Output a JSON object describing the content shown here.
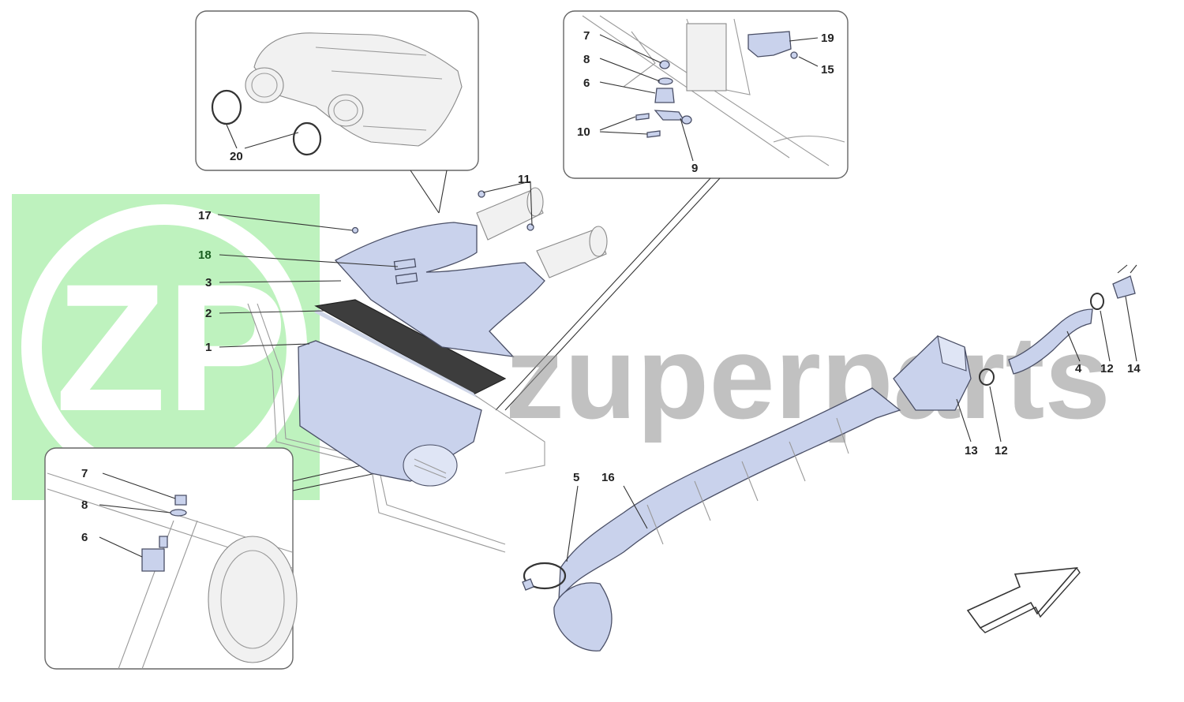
{
  "watermark": {
    "logo_letters": "ZP",
    "brand_text": "zuperparts",
    "logo_bg_color": "#b3f0b3",
    "text_color": "#8f8f8f"
  },
  "callouts": {
    "c1": "1",
    "c2": "2",
    "c3": "3",
    "c4": "4",
    "c5": "5",
    "c6": "6",
    "c7": "7",
    "c8": "8",
    "c9": "9",
    "c10": "10",
    "c11": "11",
    "c12a": "12",
    "c12b": "12",
    "c13": "13",
    "c14": "14",
    "c15": "15",
    "c16": "16",
    "c17": "17",
    "c18": "18",
    "c19": "19",
    "c20": "20",
    "inset_top_right": {
      "c7": "7",
      "c8": "8",
      "c6": "6",
      "c10": "10",
      "c9": "9",
      "c19": "19",
      "c15": "15"
    },
    "inset_bottom_left": {
      "c7": "7",
      "c8": "8",
      "c6": "6"
    }
  },
  "colors": {
    "part_fill": "#c9d2ec",
    "outline": "#4a4f66",
    "green_label": "#1b5e20"
  },
  "icons": {
    "direction": "arrow-forward-icon"
  }
}
